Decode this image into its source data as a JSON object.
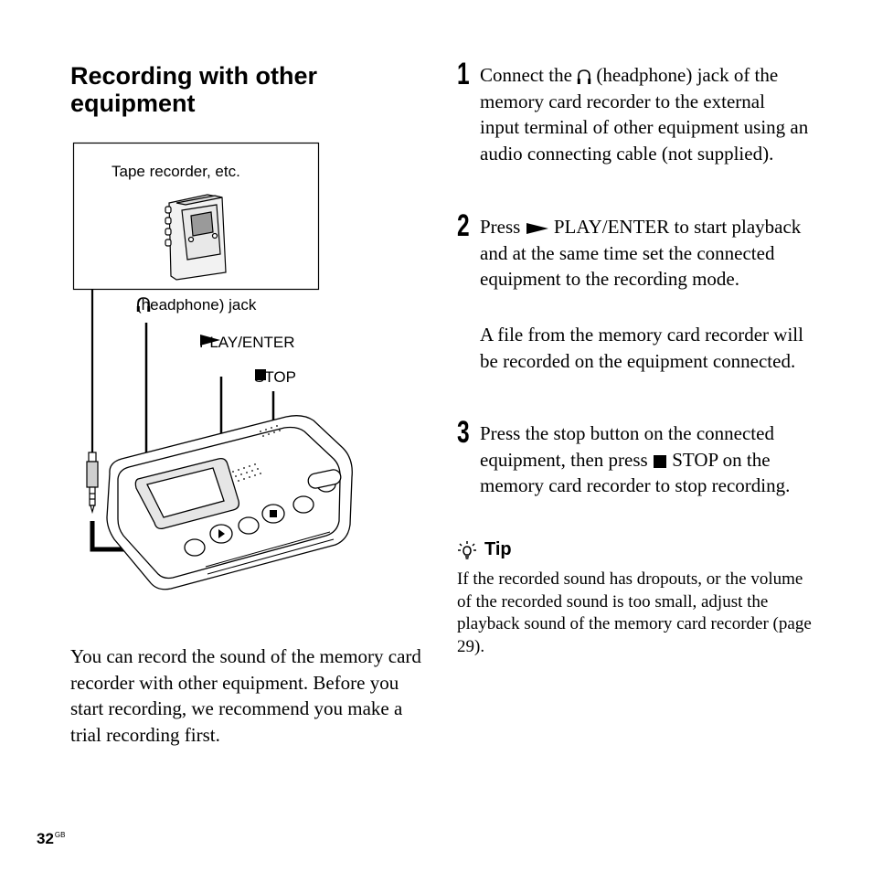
{
  "section": {
    "title": "Recording with other equipment"
  },
  "figure": {
    "box_label": "Tape recorder, etc.",
    "headphone_label": "(headphone) jack",
    "play_label": "PLAY/ENTER",
    "stop_label": "STOP"
  },
  "intro": "You can record the sound of the memory card recorder with other equipment. Before you start recording, we recommend you make a trial recording first.",
  "steps": [
    {
      "number": "1",
      "text_before_icon": "Connect the",
      "icon": "headphone-icon",
      "text_after_icon": "(headphone) jack of the memory card recorder to the external input terminal of other equipment using an audio connecting cable (not supplied)."
    },
    {
      "number": "2",
      "text_before_icon": "Press",
      "icon": "play-icon",
      "text_after_icon": "PLAY/ENTER to start playback and at the same time set the connected equipment to the recording mode.",
      "note": "A file from the memory card recorder will be recorded on the equipment connected."
    },
    {
      "number": "3",
      "text_before_icon": "Press the stop button on the connected equipment, then press",
      "icon": "stop-icon",
      "text_after_icon": "STOP on the memory card recorder to stop recording."
    }
  ],
  "tip": {
    "heading": "Tip",
    "icon": "lightbulb-icon",
    "text": "If the recorded sound has dropouts, or the volume of the recorded sound is too small, adjust the playback sound of the memory card recorder (page 29)."
  },
  "page": {
    "number": "32",
    "suffix": "GB"
  }
}
